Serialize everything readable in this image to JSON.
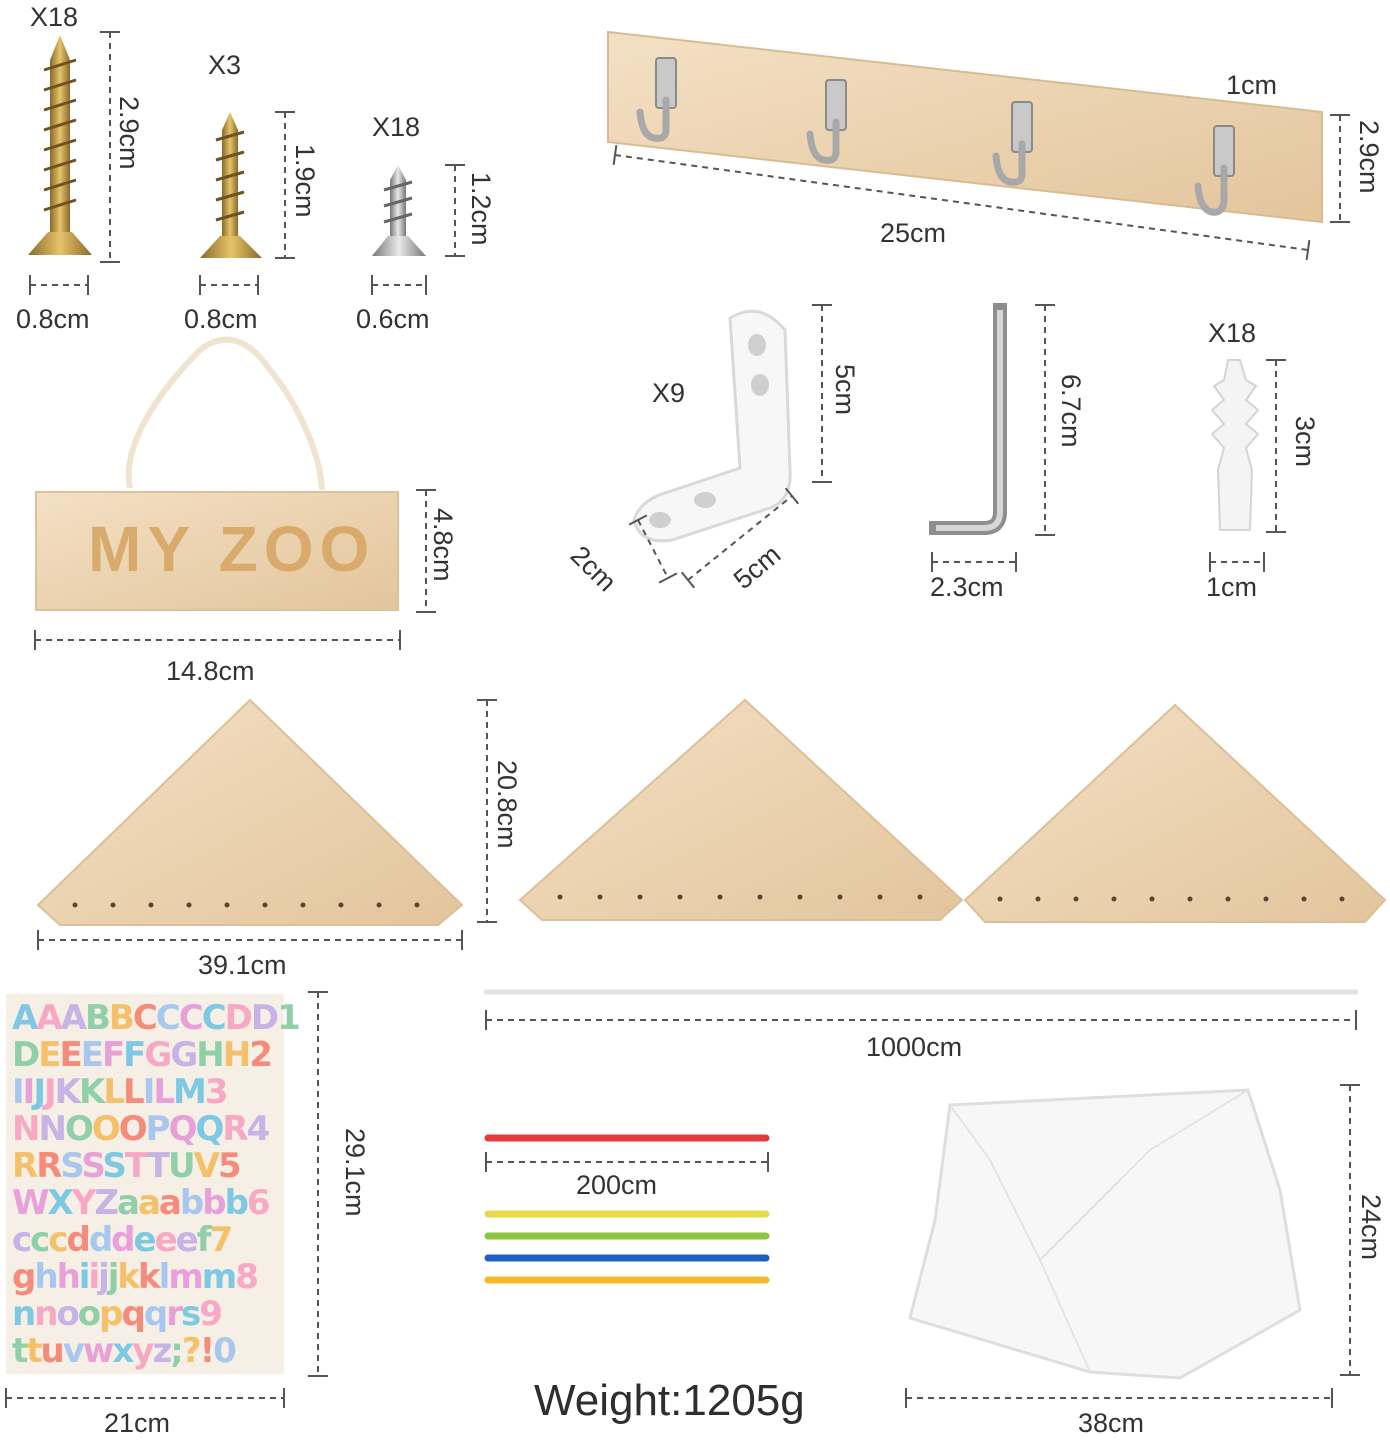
{
  "labels": {
    "screw_large_count": "X18",
    "screw_large_length": "2.9cm",
    "screw_large_width": "0.8cm",
    "screw_medium_count": "X3",
    "screw_medium_length": "1.9cm",
    "screw_medium_width": "0.8cm",
    "screw_small_count": "X18",
    "screw_small_length": "1.2cm",
    "screw_small_width": "0.6cm",
    "hook_rack_thickness": "1cm",
    "hook_rack_height": "2.9cm",
    "hook_rack_length": "25cm",
    "sign_text": "MY ZOO",
    "sign_height": "4.8cm",
    "sign_width": "14.8cm",
    "bracket_count": "X9",
    "bracket_height": "5cm",
    "bracket_depth": "2cm",
    "bracket_length": "5cm",
    "hex_key_height": "6.7cm",
    "hex_key_width": "2.3cm",
    "anchor_count": "X18",
    "anchor_length": "3cm",
    "anchor_width": "1cm",
    "shelf_height": "20.8cm",
    "shelf_width": "39.1cm",
    "rope_length": "1000cm",
    "sticker_height": "29.1cm",
    "sticker_width": "21cm",
    "strip_length": "200cm",
    "net_height": "24cm",
    "net_width": "38cm",
    "weight": "Weight:1205g"
  },
  "sticker_rows": [
    "AAABBCCCCDD1",
    "DEEEFFGGHH2",
    "IIJJKKLLILM3",
    "NNOOOPQQR4",
    "RRSSSTTUV5",
    "WXYZaaabbb6",
    "cccdddeeef7",
    "ghhiijjkklmm8",
    "nnoopqqrs9",
    "ttuvwxyz;?!0"
  ],
  "sticker_palette": [
    "#7ec8e3",
    "#f7a8c4",
    "#c7b3e6",
    "#8fd0a8",
    "#f4c06a",
    "#f58b7a",
    "#a7c7ee",
    "#e8a0d8"
  ],
  "strip_colors": [
    "#e23b3b",
    "#e9d94a",
    "#8cc63f",
    "#1f5fbf",
    "#f4b82e"
  ],
  "colors": {
    "wood": "#f1dcc0",
    "wood_dark": "#dcbd95",
    "brass": "#c9a24a",
    "steel": "#b8b8b8",
    "dim_line": "#555555"
  }
}
